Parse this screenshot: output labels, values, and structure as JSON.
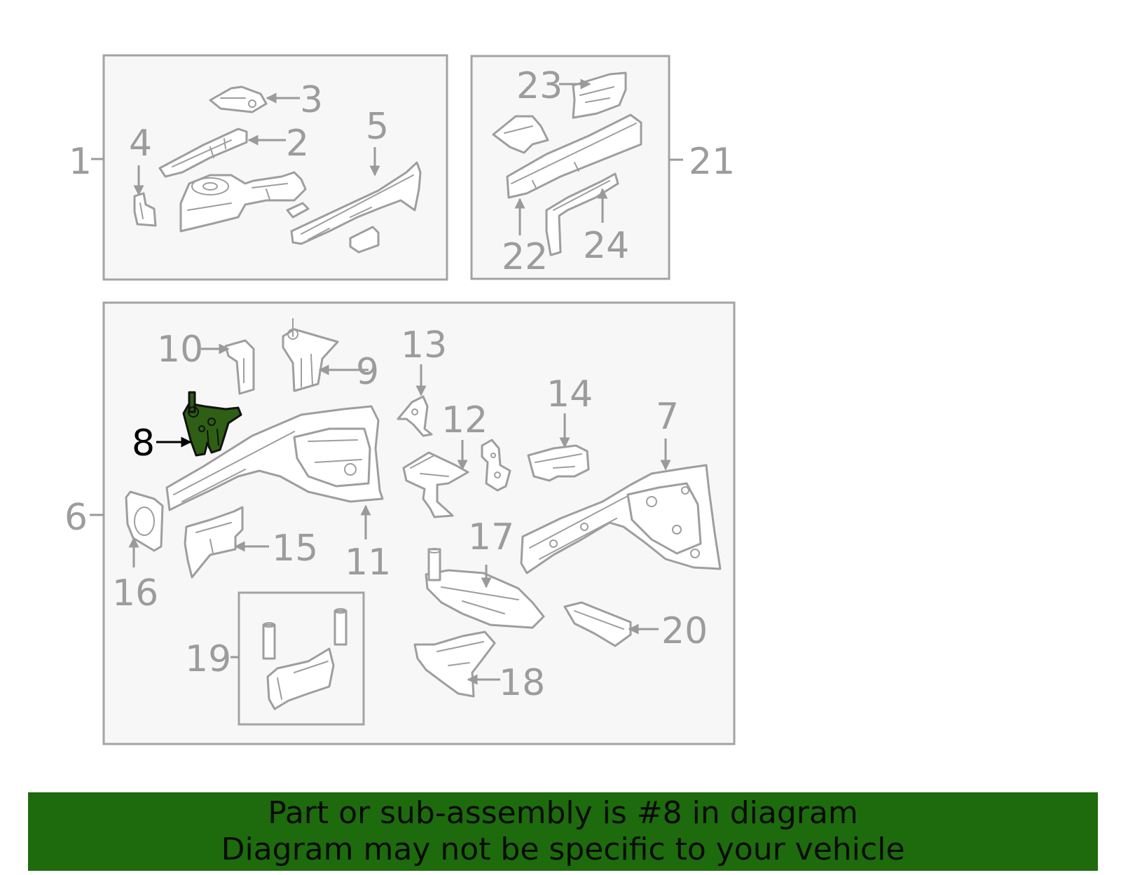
{
  "callouts": {
    "c1": "1",
    "c2": "2",
    "c3": "3",
    "c4": "4",
    "c5": "5",
    "c6": "6",
    "c7": "7",
    "c8": "8",
    "c9": "9",
    "c10": "10",
    "c11": "11",
    "c12": "12",
    "c13": "13",
    "c14": "14",
    "c15": "15",
    "c16": "16",
    "c17": "17",
    "c18": "18",
    "c19": "19",
    "c20": "20",
    "c21": "21",
    "c22": "22",
    "c23": "23",
    "c24": "24"
  },
  "highlighted_part": "8",
  "colors": {
    "highlight_fill": "#2e5f14",
    "banner_background": "#1d6b0d",
    "banner_text": "#0b0b0b",
    "line_art": "#9e9e9e"
  },
  "banner": {
    "line1": "Part or sub-assembly is #8 in diagram",
    "line2": "Diagram may not be specific to your vehicle"
  }
}
